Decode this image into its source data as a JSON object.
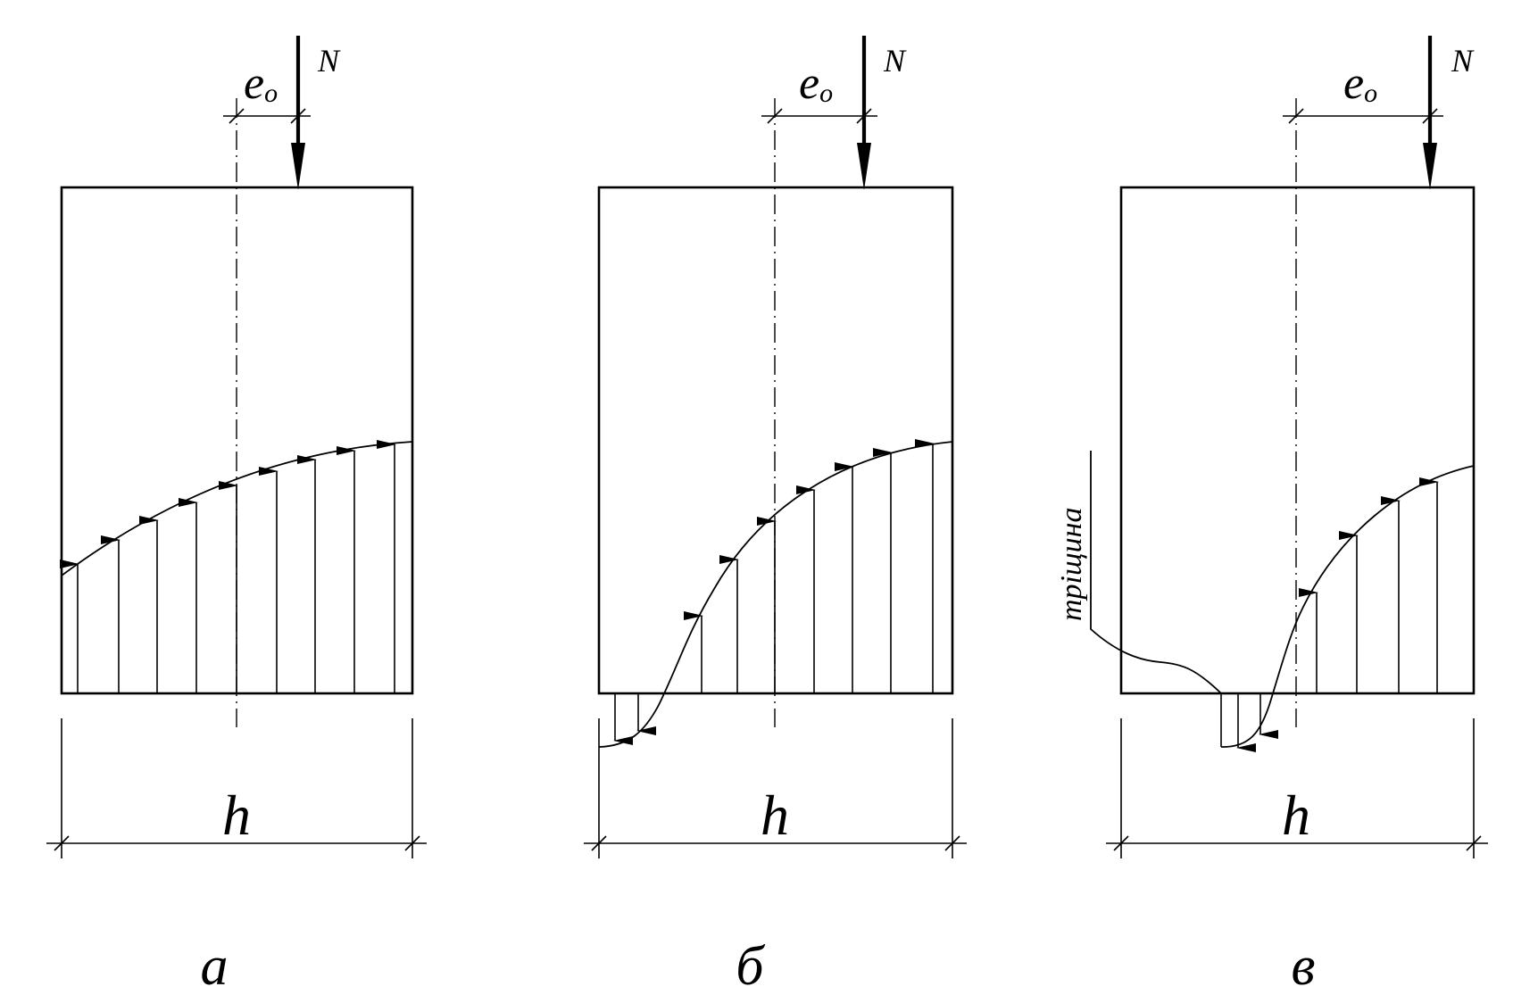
{
  "figure": {
    "panels": [
      {
        "id": "a",
        "caption": "а",
        "force_label": "N",
        "eccentricity_label": "e",
        "eccentricity_subscript": "o",
        "dimension_label": "h"
      },
      {
        "id": "b",
        "caption": "б",
        "force_label": "N",
        "eccentricity_label": "e",
        "eccentricity_subscript": "o",
        "dimension_label": "h"
      },
      {
        "id": "v",
        "caption": "в",
        "force_label": "N",
        "eccentricity_label": "e",
        "eccentricity_subscript": "o",
        "dimension_label": "h",
        "crack_label": "тріщина"
      }
    ]
  }
}
